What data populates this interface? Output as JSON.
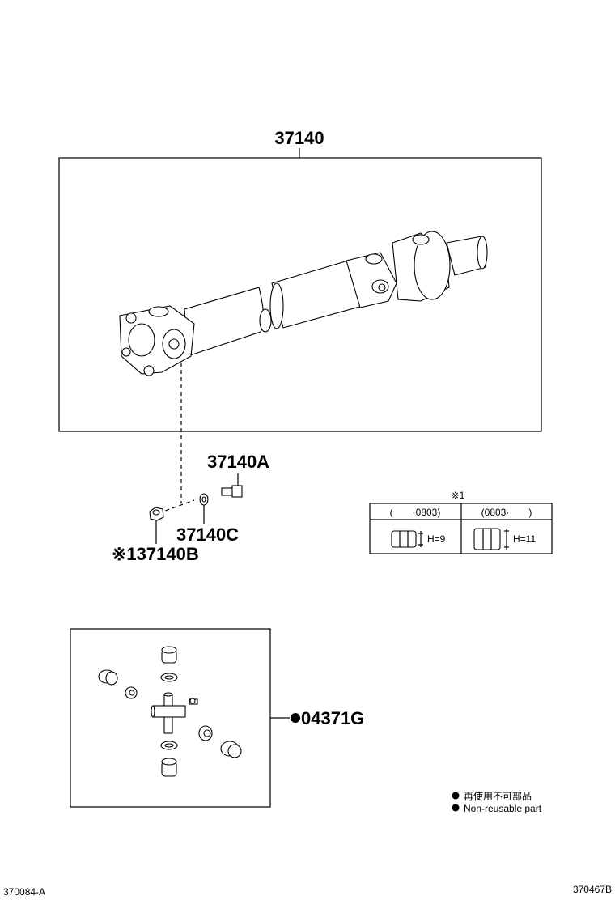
{
  "main_assembly": {
    "part_number": "37140"
  },
  "parts": {
    "bolt": "37140A",
    "nut": "※137140B",
    "washer": "37140C",
    "joint_kit": "04371G"
  },
  "spec_table": {
    "note": "※1",
    "headers": [
      "(　　·0803)",
      "(0803·　　)"
    ],
    "values": [
      "H=9",
      "H=11"
    ]
  },
  "legend": {
    "line_jp": "再使用不可部品",
    "line_en": "Non-reusable part"
  },
  "footer": {
    "left_code": "370084-A",
    "right_code": "370467B"
  }
}
